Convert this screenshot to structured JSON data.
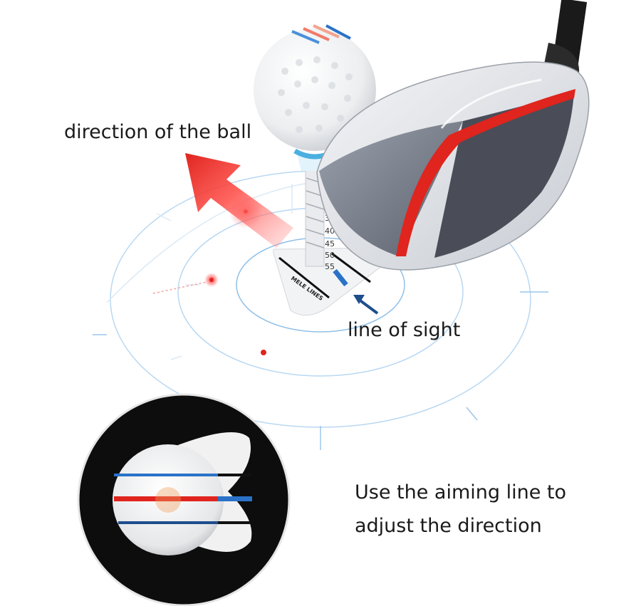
{
  "captions": {
    "direction": "direction of the ball",
    "line_of_sight": "line of sight",
    "aim_line_1": "Use the aiming line to",
    "aim_line_2": "adjust the direction"
  },
  "tee_markings": [
    "35",
    "40",
    "45",
    "50",
    "55"
  ],
  "tee_brand": "MELE LINES",
  "colors": {
    "accent_red": "#e0241e",
    "accent_blue": "#2a72c8",
    "target_lines": "#b9d8f2",
    "arrow_navy": "#1e4e8c",
    "club_gray": "#4a4d57",
    "inset_bg": "#0d0d0d"
  },
  "icons": [
    "direction-arrow",
    "line-of-sight-arrow",
    "golf-ball",
    "golf-club-head",
    "golf-tee",
    "target-rings"
  ]
}
